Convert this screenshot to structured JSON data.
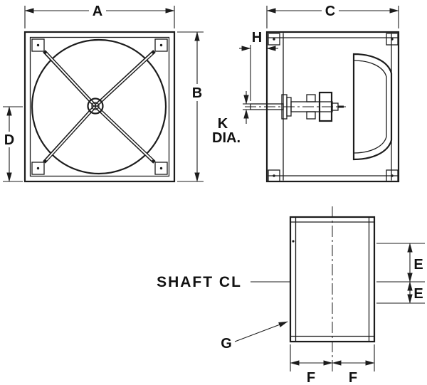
{
  "drawing": {
    "labels": {
      "dim_a": "A",
      "dim_b": "B",
      "dim_c": "C",
      "dim_d": "D",
      "dim_e_upper": "E",
      "dim_e_lower": "E",
      "dim_f_left": "F",
      "dim_f_right": "F",
      "dim_g": "G",
      "dim_h": "H",
      "dim_k": "K",
      "dim_k_suffix": "DIA.",
      "shaft_centerline": "SHAFT CL"
    },
    "colors": {
      "line": "#1c1c1c",
      "background": "#ffffff"
    }
  }
}
